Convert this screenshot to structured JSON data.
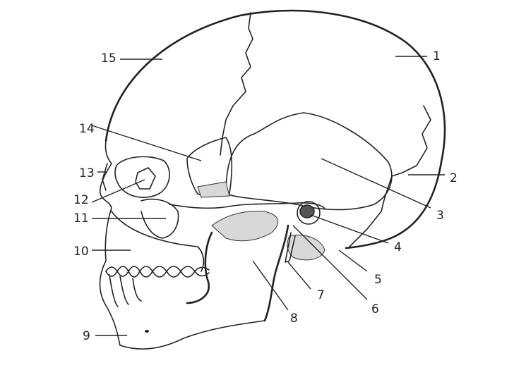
{
  "diagram": {
    "subject": "skull-lateral-view",
    "labels": [
      "1",
      "2",
      "3",
      "4",
      "5",
      "6",
      "7",
      "8",
      "9",
      "10",
      "11",
      "12",
      "13",
      "14",
      "15"
    ],
    "colors": {
      "line": "#222222",
      "shade": "#d8d8d8",
      "background": "#ffffff"
    }
  }
}
